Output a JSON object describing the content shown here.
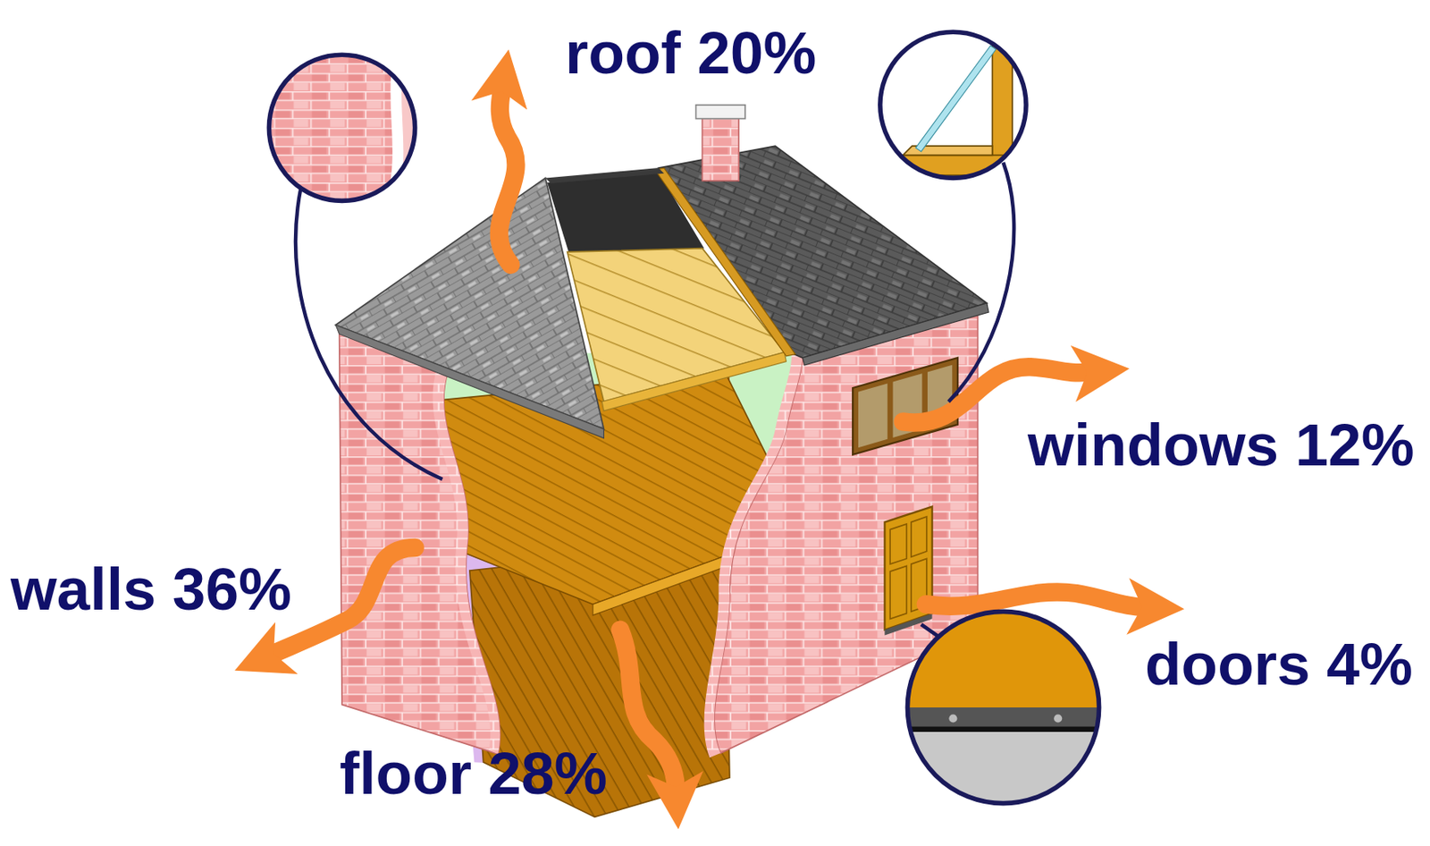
{
  "diagram": {
    "labels": [
      "roof 20%",
      "windows 12%",
      "walls 36%",
      "doors 4%",
      "floor 28%"
    ]
  }
}
